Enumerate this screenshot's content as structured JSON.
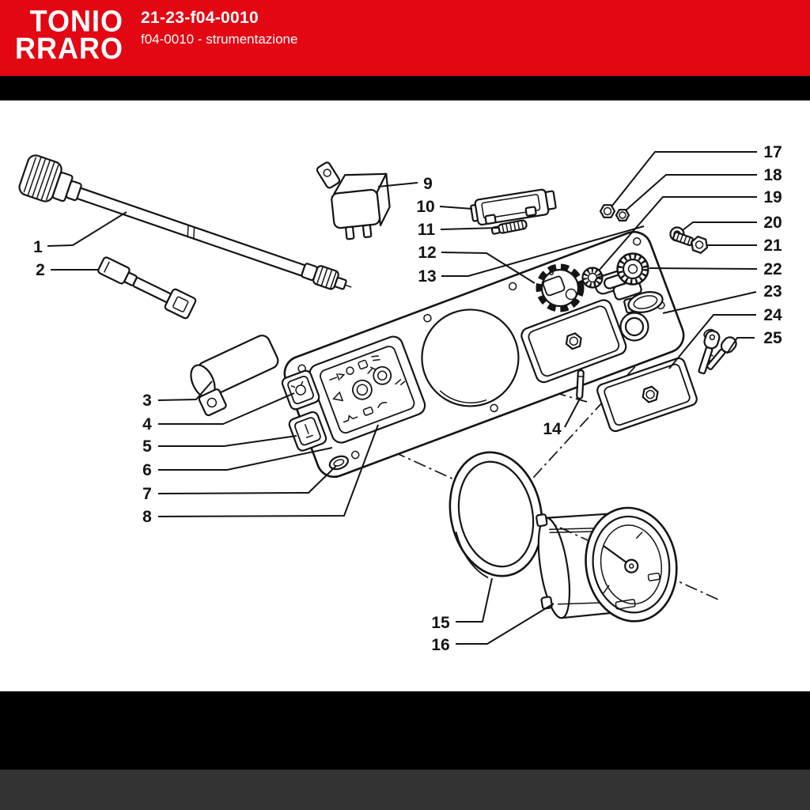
{
  "header": {
    "logo_line1": "TONIO",
    "logo_line2": "RRARO",
    "title": "21-23-f04-0010",
    "subtitle": "f04-0010 - strumentazione"
  },
  "colors": {
    "header_bg": "#e30613",
    "header_text": "#ffffff",
    "separator_bar": "#000000",
    "footer_bar": "#333333",
    "paper": "#ffffff",
    "line_art": "#141414"
  },
  "diagram": {
    "description_type": "exploded-parts-diagram",
    "callouts": [
      {
        "label": "1"
      },
      {
        "label": "2"
      },
      {
        "label": "3"
      },
      {
        "label": "4"
      },
      {
        "label": "5"
      },
      {
        "label": "6"
      },
      {
        "label": "7"
      },
      {
        "label": "8"
      },
      {
        "label": "9"
      },
      {
        "label": "10"
      },
      {
        "label": "11"
      },
      {
        "label": "12"
      },
      {
        "label": "13"
      },
      {
        "label": "14"
      },
      {
        "label": "15"
      },
      {
        "label": "16"
      },
      {
        "label": "17"
      },
      {
        "label": "18"
      },
      {
        "label": "19"
      },
      {
        "label": "20"
      },
      {
        "label": "21"
      },
      {
        "label": "22"
      },
      {
        "label": "23"
      },
      {
        "label": "24"
      },
      {
        "label": "25"
      }
    ]
  }
}
